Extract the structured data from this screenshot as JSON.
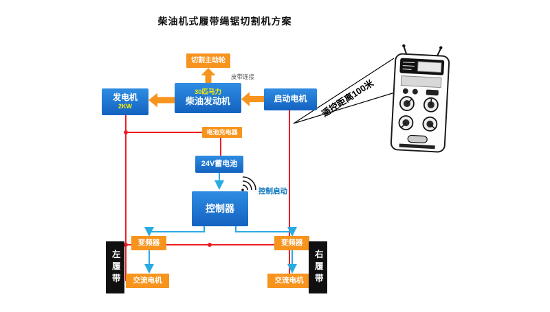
{
  "title": "柴油机式履带绳锯切割机方案",
  "nodes": {
    "cutting_wheel": {
      "label": "切割主动轮"
    },
    "diesel_engine": {
      "power": "30匹马力",
      "label": "柴油发动机"
    },
    "generator": {
      "label": "发电机",
      "power": "2KW"
    },
    "starter_motor": {
      "label": "启动电机"
    },
    "battery_charger": {
      "label": "电池充电器"
    },
    "battery": {
      "label": "24V蓄电池"
    },
    "controller": {
      "label": "控制器"
    },
    "inverter_left": {
      "label": "变频器"
    },
    "inverter_right": {
      "label": "变频器"
    },
    "ac_motor_left": {
      "label": "交流电机"
    },
    "ac_motor_right": {
      "label": "交流电机"
    },
    "track_left": {
      "label": "左履带"
    },
    "track_right": {
      "label": "右履带"
    }
  },
  "annotations": {
    "belt_connection": "皮带连接",
    "remote_distance": "遥控距离100米",
    "control_start": "控制启动"
  },
  "colors": {
    "node_blue": "#1B6FD0",
    "node_orange": "#F7941E",
    "power_line_red": "#ED1C24",
    "signal_line_cyan": "#29ABE2",
    "accent_yellow": "#FFF200"
  }
}
